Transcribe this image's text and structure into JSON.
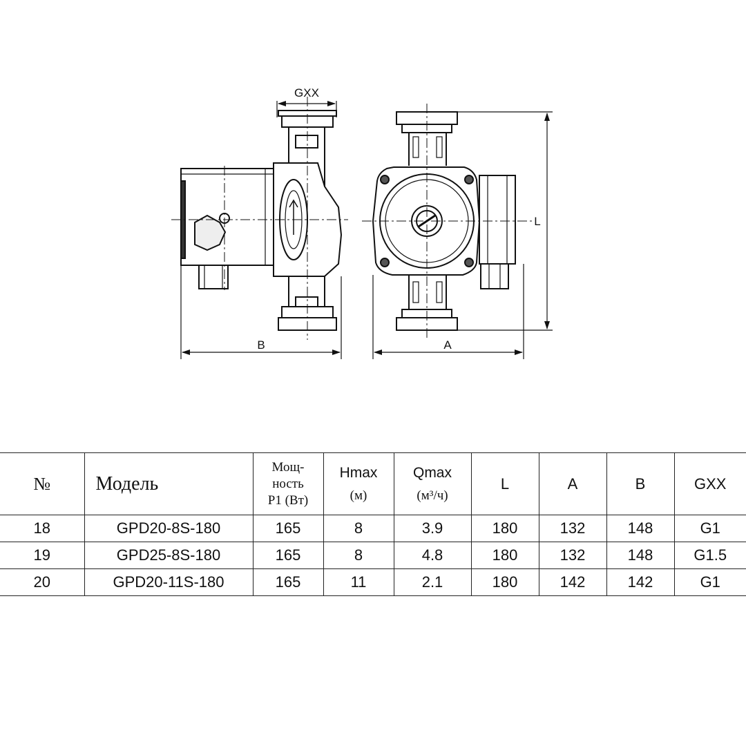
{
  "drawing": {
    "dim_gxx": "GXX",
    "dim_b": "B",
    "dim_a": "A",
    "dim_l": "L"
  },
  "table": {
    "headers": {
      "no": "№",
      "model": "Модель",
      "power_line1": "Мощ-",
      "power_line2": "ность",
      "power_line3": "P1 (Вт)",
      "hmax": "Hmax",
      "hmax_unit": "(м)",
      "qmax": "Qmax",
      "qmax_unit": "(м³/ч)",
      "l": "L",
      "a": "A",
      "b": "B",
      "gxx": "GXX"
    },
    "rows": [
      {
        "no": "18",
        "model": "GPD20-8S-180",
        "power": "165",
        "hmax": "8",
        "qmax": "3.9",
        "l": "180",
        "a": "132",
        "b": "148",
        "gxx": "G1"
      },
      {
        "no": "19",
        "model": "GPD25-8S-180",
        "power": "165",
        "hmax": "8",
        "qmax": "4.8",
        "l": "180",
        "a": "132",
        "b": "148",
        "gxx": "G1.5"
      },
      {
        "no": "20",
        "model": "GPD20-11S-180",
        "power": "165",
        "hmax": "11",
        "qmax": "2.1",
        "l": "180",
        "a": "142",
        "b": "142",
        "gxx": "G1"
      }
    ]
  }
}
